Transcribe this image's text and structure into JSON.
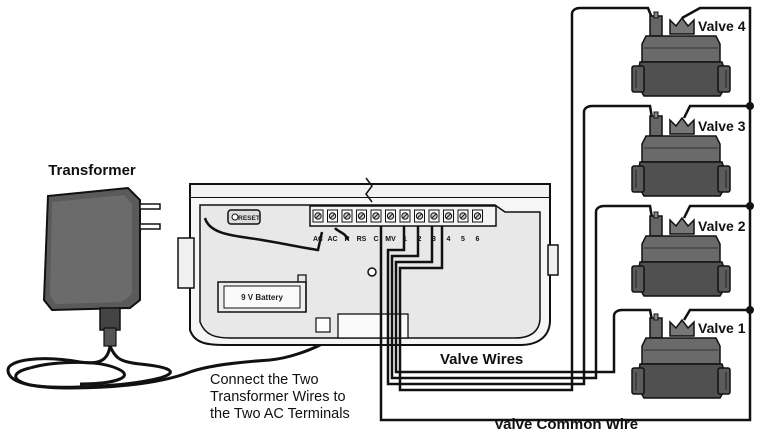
{
  "labels": {
    "transformer": "Transformer",
    "valve_wires": "Valve Wires",
    "valve_common_wire": "Valve Common Wire",
    "connect_line1": "Connect the Two",
    "connect_line2": "Transformer Wires to",
    "connect_line3": "the Two AC Terminals",
    "reset": "RESET",
    "battery": "9 V Battery"
  },
  "terminals": [
    "AC",
    "AC",
    "R",
    "RS",
    "C",
    "MV",
    "1",
    "2",
    "3",
    "4",
    "5",
    "6"
  ],
  "valves": [
    {
      "label": "Valve 4"
    },
    {
      "label": "Valve 3"
    },
    {
      "label": "Valve 2"
    },
    {
      "label": "Valve 1"
    }
  ],
  "colors": {
    "line": "#111111",
    "valve_body": "#555555",
    "controller_fill": "#eeeeee",
    "panel_fill": "#e3e3e3"
  }
}
